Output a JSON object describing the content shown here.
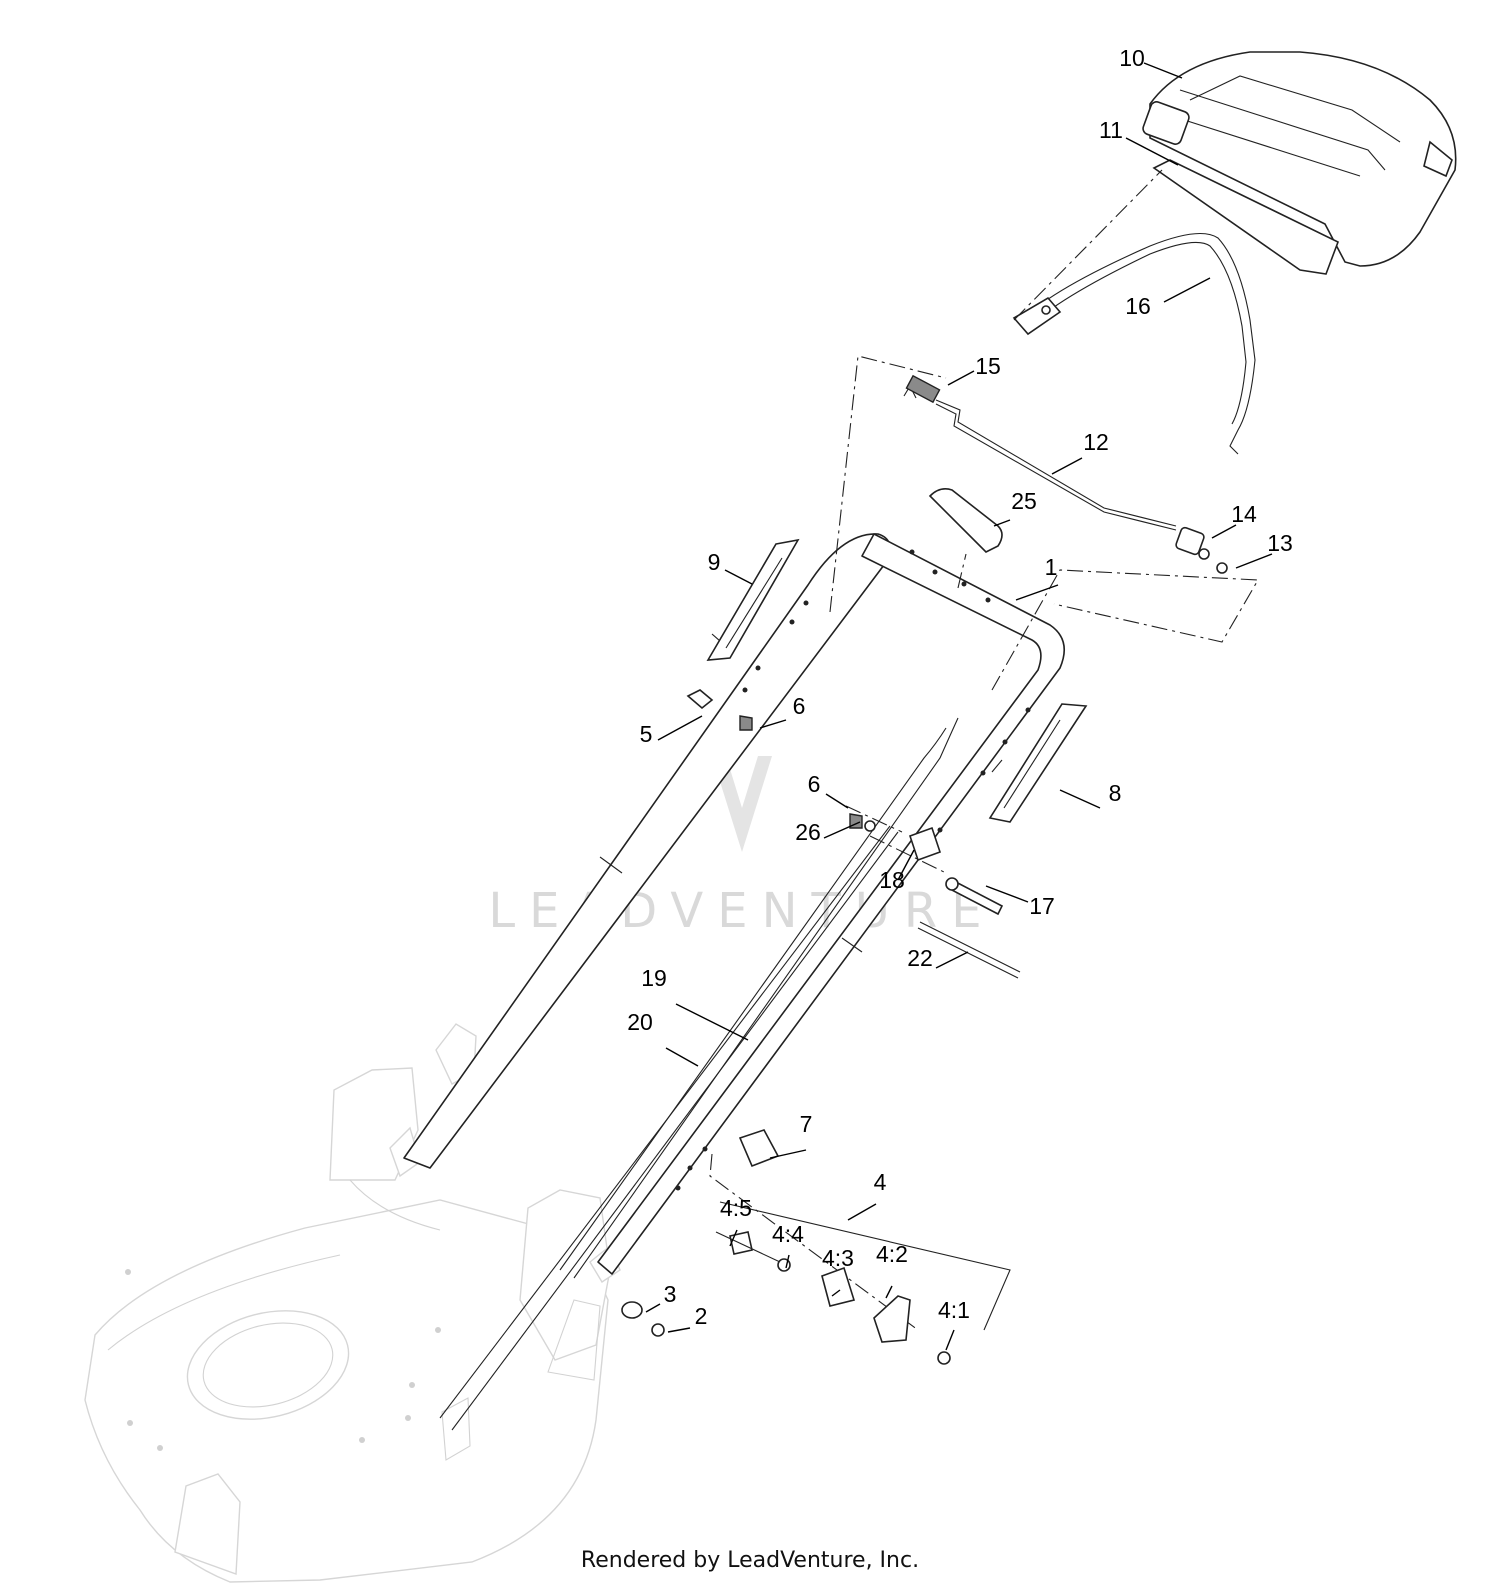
{
  "diagram": {
    "labels": [
      {
        "id": "1",
        "text": "1"
      },
      {
        "id": "2",
        "text": "2"
      },
      {
        "id": "3",
        "text": "3"
      },
      {
        "id": "4",
        "text": "4"
      },
      {
        "id": "4-1",
        "text": "4:1"
      },
      {
        "id": "4-2",
        "text": "4:2"
      },
      {
        "id": "4-3",
        "text": "4:3"
      },
      {
        "id": "4-4",
        "text": "4:4"
      },
      {
        "id": "4-5",
        "text": "4:5"
      },
      {
        "id": "5",
        "text": "5"
      },
      {
        "id": "6a",
        "text": "6"
      },
      {
        "id": "6b",
        "text": "6"
      },
      {
        "id": "7",
        "text": "7"
      },
      {
        "id": "8",
        "text": "8"
      },
      {
        "id": "9",
        "text": "9"
      },
      {
        "id": "10",
        "text": "10"
      },
      {
        "id": "11",
        "text": "11"
      },
      {
        "id": "12",
        "text": "12"
      },
      {
        "id": "13",
        "text": "13"
      },
      {
        "id": "14",
        "text": "14"
      },
      {
        "id": "15",
        "text": "15"
      },
      {
        "id": "16",
        "text": "16"
      },
      {
        "id": "17",
        "text": "17"
      },
      {
        "id": "18",
        "text": "18"
      },
      {
        "id": "19",
        "text": "19"
      },
      {
        "id": "20",
        "text": "20"
      },
      {
        "id": "22",
        "text": "22"
      },
      {
        "id": "25",
        "text": "25"
      },
      {
        "id": "26",
        "text": "26"
      }
    ]
  },
  "watermark": {
    "text": "LEADVENTURE"
  },
  "footer": {
    "credit": "Rendered by LeadVenture, Inc."
  }
}
